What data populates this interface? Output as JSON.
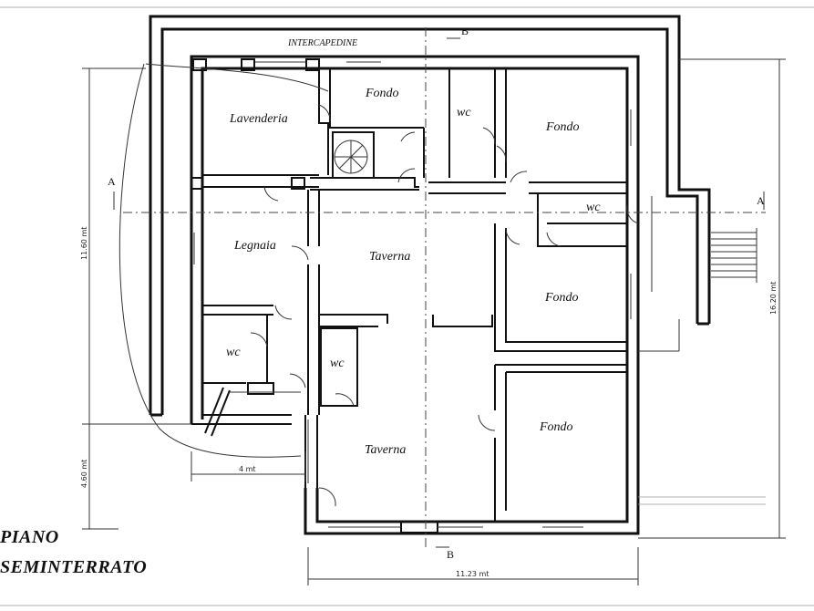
{
  "plan": {
    "title_line1": "PIANO",
    "title_line2": "SEMINTERRATO",
    "rooms": {
      "intercapedine": "INTERCAPEDINE",
      "fondo_top": "Fondo",
      "wc_top": "wc",
      "fondo_top_right": "Fondo",
      "lavenderia": "Lavenderia",
      "wc_right": "wc",
      "legnaia": "Legnaia",
      "taverna_upper": "Taverna",
      "fondo_mid_right": "Fondo",
      "wc_left": "wc",
      "wc_center": "wc",
      "taverna_lower": "Taverna",
      "fondo_bottom_right": "Fondo"
    },
    "sections": {
      "a_left": "A",
      "a_right": "A",
      "b_top": "B",
      "b_bottom": "B"
    },
    "dimensions": {
      "height_left": "11.60 mt",
      "height_lower_left": "4.60 mt",
      "width_bottom_left": "4 mt",
      "width_bottom": "11.23 mt",
      "height_right": "16.20 mt"
    }
  }
}
